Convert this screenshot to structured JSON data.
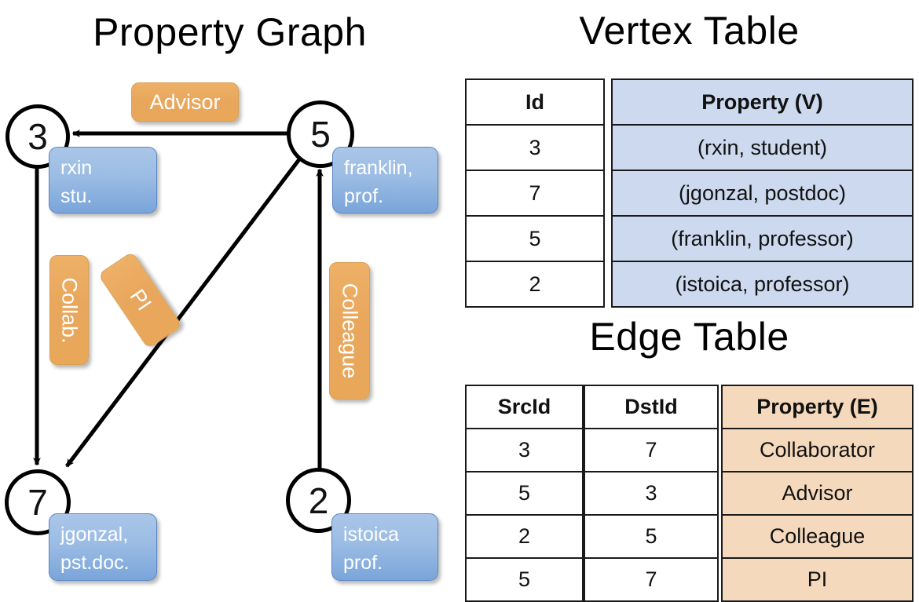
{
  "titles": {
    "property_graph": "Property Graph",
    "vertex_table": "Vertex Table",
    "edge_table": "Edge Table"
  },
  "colors": {
    "vertex_property_fill": "#ccd9ee",
    "edge_property_fill": "#f5d9bd",
    "vertex_box_fill": "#9bbce4",
    "edge_label_fill": "#e8a75c",
    "stroke": "#000000"
  },
  "graph": {
    "nodes": [
      {
        "id": "3",
        "property_line1": "rxin",
        "property_line2": "stu."
      },
      {
        "id": "5",
        "property_line1": "franklin,",
        "property_line2": "prof."
      },
      {
        "id": "7",
        "property_line1": "jgonzal,",
        "property_line2": "pst.doc."
      },
      {
        "id": "2",
        "property_line1": "istoica",
        "property_line2": "prof."
      }
    ],
    "edge_labels": [
      {
        "name": "advisor",
        "text": "Advisor"
      },
      {
        "name": "collab",
        "text": "Collab."
      },
      {
        "name": "pi",
        "text": "PI"
      },
      {
        "name": "colleague",
        "text": "Colleague"
      }
    ],
    "edges": [
      {
        "src": "5",
        "dst": "3",
        "label": "Advisor"
      },
      {
        "src": "3",
        "dst": "7",
        "label": "Collab."
      },
      {
        "src": "5",
        "dst": "7",
        "label": "PI"
      },
      {
        "src": "2",
        "dst": "5",
        "label": "Colleague"
      }
    ]
  },
  "vertex_table": {
    "headers": {
      "id": "Id",
      "property": "Property (V)"
    },
    "rows": [
      {
        "id": "3",
        "property": "(rxin, student)"
      },
      {
        "id": "7",
        "property": "(jgonzal, postdoc)"
      },
      {
        "id": "5",
        "property": "(franklin, professor)"
      },
      {
        "id": "2",
        "property": "(istoica, professor)"
      }
    ]
  },
  "edge_table": {
    "headers": {
      "src": "SrcId",
      "dst": "DstId",
      "property": "Property (E)"
    },
    "rows": [
      {
        "src": "3",
        "dst": "7",
        "property": "Collaborator"
      },
      {
        "src": "5",
        "dst": "3",
        "property": "Advisor"
      },
      {
        "src": "2",
        "dst": "5",
        "property": "Colleague"
      },
      {
        "src": "5",
        "dst": "7",
        "property": "PI"
      }
    ]
  }
}
